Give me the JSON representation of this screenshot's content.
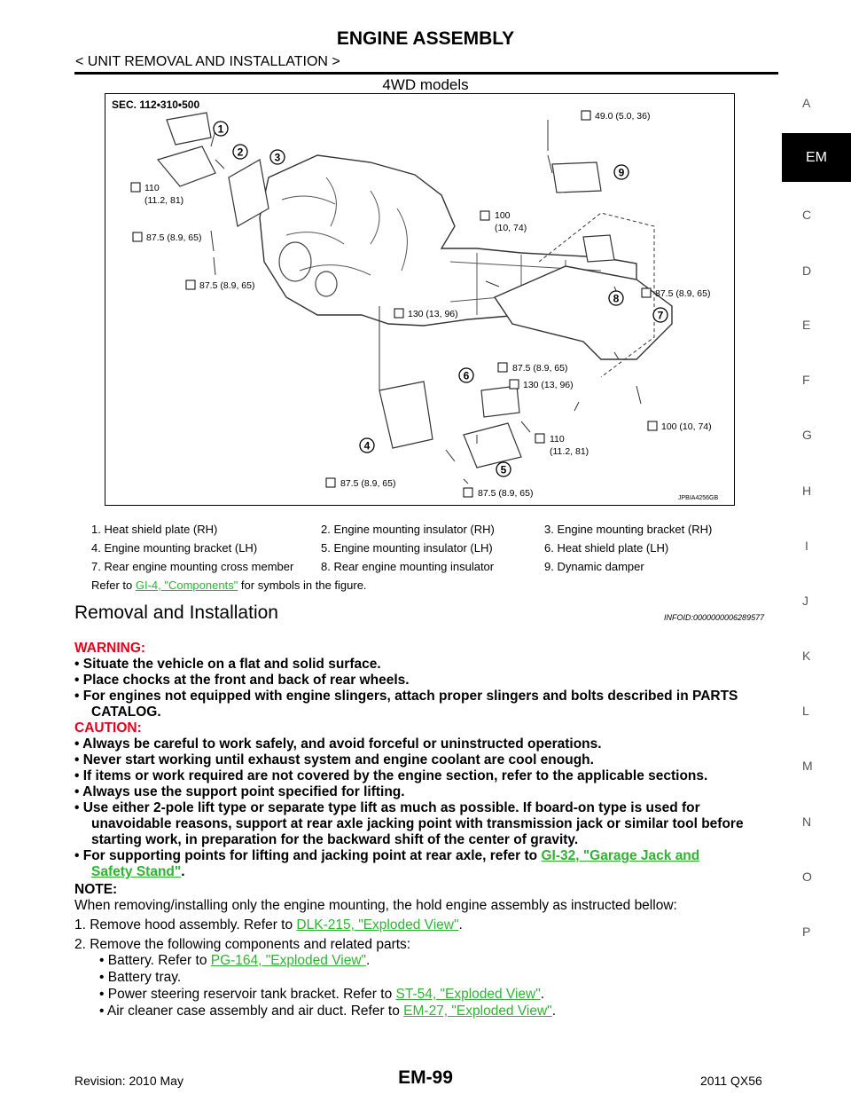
{
  "header": {
    "title": "ENGINE ASSEMBLY",
    "breadcrumb": "< UNIT REMOVAL AND INSTALLATION >",
    "caption": "4WD models"
  },
  "side_index": {
    "letters_top": [
      "A"
    ],
    "active": "EM",
    "letters_bottom": [
      "C",
      "D",
      "E",
      "F",
      "G",
      "H",
      "I",
      "J",
      "K",
      "L",
      "M",
      "N",
      "O",
      "P"
    ]
  },
  "diagram": {
    "section": "SEC. 112•310•500",
    "figure_id": "JPBIA4256GB",
    "callouts": [
      "1",
      "2",
      "3",
      "4",
      "5",
      "6",
      "7",
      "8",
      "9"
    ],
    "torques": {
      "t1": "49.0 (5.0, 36)",
      "t2a": "110",
      "t2b": "(11.2, 81)",
      "t3a": "100",
      "t3b": "(10, 74)",
      "t4": "87.5 (8.9, 65)",
      "t5": "87.5 (8.9, 65)",
      "t6": "87.5 (8.9, 65)",
      "t7": "130 (13, 96)",
      "t8": "87.5 (8.9, 65)",
      "t9": "130 (13, 96)",
      "t10": "100 (10, 74)",
      "t11a": "110",
      "t11b": "(11.2, 81)",
      "t12": "87.5 (8.9, 65)",
      "t13": "87.5 (8.9, 65)"
    }
  },
  "legend": {
    "items": [
      "1.   Heat shield plate (RH)",
      "2.   Engine mounting insulator (RH)",
      "3.   Engine mounting bracket (RH)",
      "4.   Engine mounting bracket (LH)",
      "5.   Engine mounting insulator (LH)",
      "6.   Heat shield plate (LH)",
      "7.   Rear engine mounting cross member",
      "8.   Rear engine mounting insulator",
      "9.   Dynamic damper"
    ],
    "refer_prefix": "Refer to ",
    "refer_link": "GI-4, \"Components\"",
    "refer_suffix": " for symbols in the figure."
  },
  "section": {
    "heading": "Removal and Installation",
    "infoid": "INFOID:0000000006289577"
  },
  "body": {
    "warning_label": "WARNING:",
    "w1": "• Situate the vehicle on a flat and solid surface.",
    "w2": "• Place chocks at the front and back of rear wheels.",
    "w3a": "• For engines not equipped with engine slingers, attach proper slingers and bolts described in PARTS",
    "w3b": "CATALOG.",
    "caution_label": "CAUTION:",
    "c1": "• Always be careful to work safely, and avoid forceful or uninstructed operations.",
    "c2": "• Never start working until exhaust system and engine coolant are cool enough.",
    "c3": "• If items or work required are not covered by the engine section, refer to the applicable sections.",
    "c4": "• Always use the support point specified for lifting.",
    "c5a": "• Use either 2-pole lift type or separate type lift as much as possible. If board-on type is used for",
    "c5b": "unavoidable reasons, support at rear axle jacking point with transmission jack or similar tool before",
    "c5c": "starting work, in preparation for the backward shift of the center of gravity.",
    "c6a": "• For supporting points for lifting and jacking point at rear axle, refer to ",
    "c6a_link": "GI-32, \"Garage Jack and",
    "c6b_link": "Safety Stand\"",
    "c6b_end": ".",
    "note_label": "NOTE:",
    "note_text": "When removing/installing only the engine mounting, the hold engine assembly as instructed bellow:",
    "s1": "1.  Remove hood assembly. Refer to ",
    "s1_link": "DLK-215, \"Exploded View\"",
    "s1_end": ".",
    "s2": "2.  Remove the following components and related parts:",
    "s2a": "• Battery. Refer to ",
    "s2a_link": "PG-164, \"Exploded View\"",
    "s2a_end": ".",
    "s2b": "• Battery tray.",
    "s2c": "• Power steering reservoir tank bracket. Refer to ",
    "s2c_link": "ST-54, \"Exploded View\"",
    "s2c_end": ".",
    "s2d": "• Air cleaner case assembly and air duct. Refer to ",
    "s2d_link": "EM-27, \"Exploded View\"",
    "s2d_end": "."
  },
  "footer": {
    "revision": "Revision: 2010 May",
    "page": "EM-99",
    "model": "2011 QX56"
  }
}
